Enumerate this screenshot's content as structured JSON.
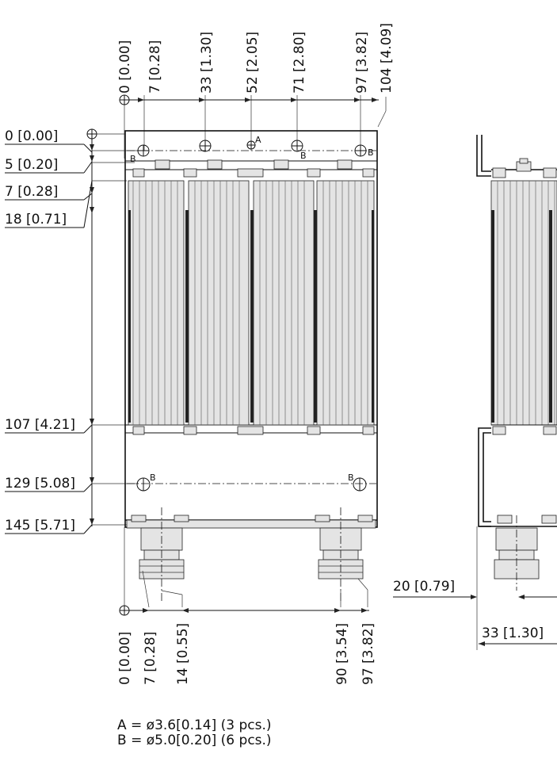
{
  "front_view": {
    "top_dims": [
      "0 [0.00]",
      "7 [0.28]",
      "33 [1.30]",
      "52 [2.05]",
      "71 [2.80]",
      "97 [3.82]",
      "104 [4.09]"
    ],
    "left_dims": [
      "0 [0.00]",
      "5 [0.20]",
      "7 [0.28]",
      "18 [0.71]",
      "107 [4.21]",
      "129 [5.08]",
      "145 [5.71]"
    ],
    "bottom_dims": [
      "0 [0.00]",
      "7 [0.28]",
      "14 [0.55]",
      "90 [3.54]",
      "97 [3.82]"
    ],
    "hole_tags": {
      "a": "A",
      "b": "B"
    }
  },
  "side_view": {
    "dims": [
      "20 [0.79]",
      "33 [1.30]"
    ]
  },
  "legend": [
    "A = ø3.6[0.14] (3 pcs.)",
    "B = ø5.0[0.20] (6 pcs.)"
  ]
}
